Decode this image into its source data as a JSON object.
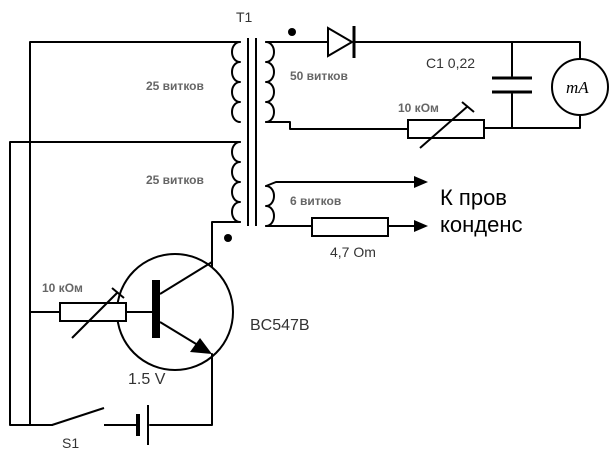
{
  "labels": {
    "transformer": "T1",
    "primary_winding_1": "25 витков",
    "primary_winding_2": "25 витков",
    "secondary_winding": "50 витков",
    "feedback_winding": "6 витков",
    "capacitor": "C1 0,22",
    "meter": "mA",
    "resistor_top": "10 кОм",
    "resistor_base": "10 кОм",
    "resistor_out": "4,7 Om",
    "transistor": "BC547B",
    "battery": "1.5 V",
    "switch": "S1",
    "output_line1": "К пров",
    "output_line2": "конденс"
  }
}
